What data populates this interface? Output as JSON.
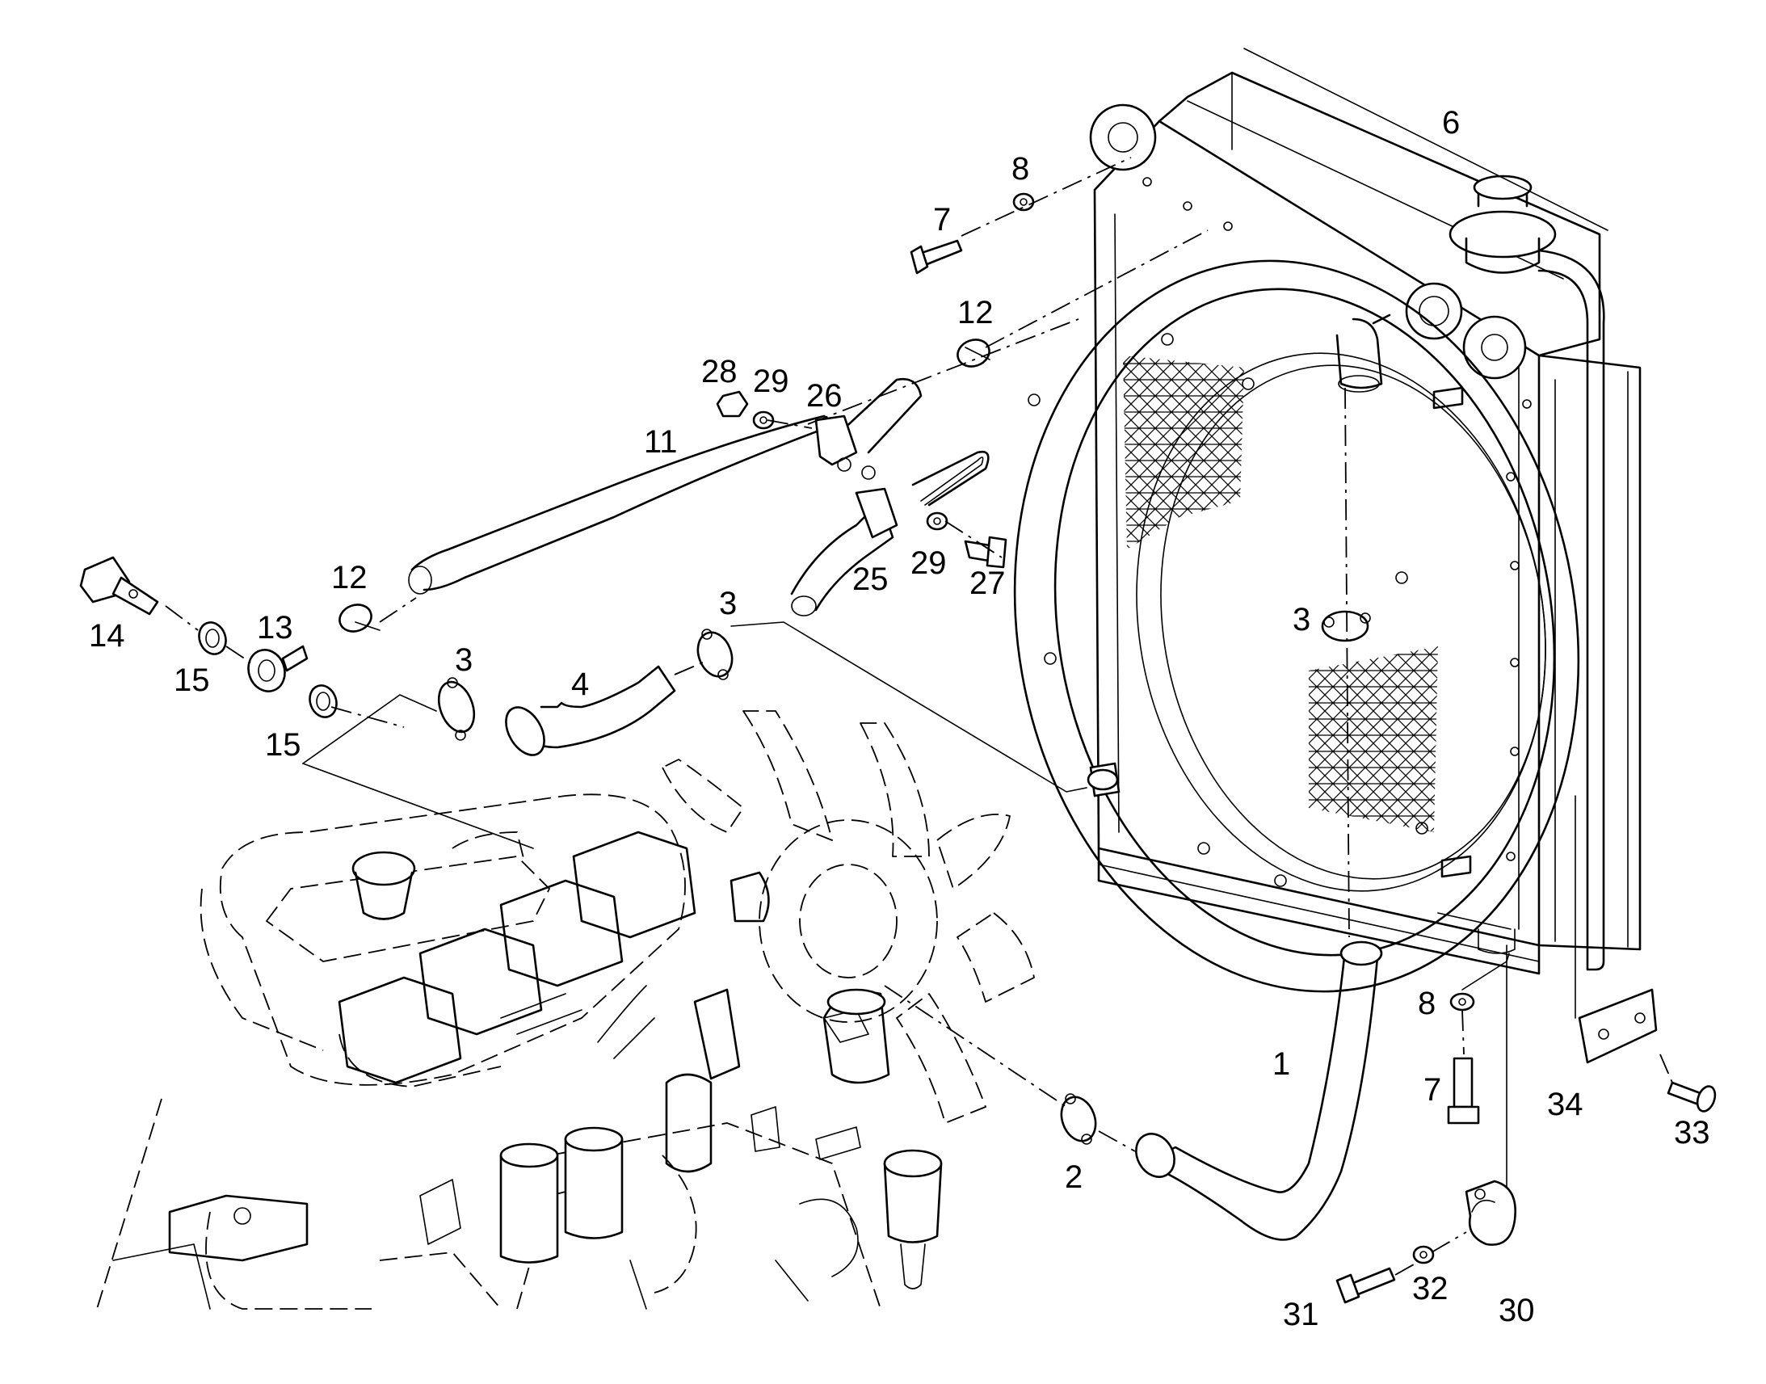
{
  "callouts": [
    {
      "id": "c1",
      "text": "1"
    },
    {
      "id": "c2",
      "text": "2"
    },
    {
      "id": "c3a",
      "text": "3"
    },
    {
      "id": "c3b",
      "text": "3"
    },
    {
      "id": "c3c",
      "text": "3"
    },
    {
      "id": "c4",
      "text": "4"
    },
    {
      "id": "c6",
      "text": "6"
    },
    {
      "id": "c7a",
      "text": "7"
    },
    {
      "id": "c7b",
      "text": "7"
    },
    {
      "id": "c8a",
      "text": "8"
    },
    {
      "id": "c8b",
      "text": "8"
    },
    {
      "id": "c11",
      "text": "11"
    },
    {
      "id": "c12a",
      "text": "12"
    },
    {
      "id": "c12b",
      "text": "12"
    },
    {
      "id": "c13",
      "text": "13"
    },
    {
      "id": "c14",
      "text": "14"
    },
    {
      "id": "c15a",
      "text": "15"
    },
    {
      "id": "c15b",
      "text": "15"
    },
    {
      "id": "c25",
      "text": "25"
    },
    {
      "id": "c26",
      "text": "26"
    },
    {
      "id": "c27",
      "text": "27"
    },
    {
      "id": "c28",
      "text": "28"
    },
    {
      "id": "c29a",
      "text": "29"
    },
    {
      "id": "c29b",
      "text": "29"
    },
    {
      "id": "c30",
      "text": "30"
    },
    {
      "id": "c31",
      "text": "31"
    },
    {
      "id": "c32",
      "text": "32"
    },
    {
      "id": "c33",
      "text": "33"
    },
    {
      "id": "c34",
      "text": "34"
    }
  ]
}
